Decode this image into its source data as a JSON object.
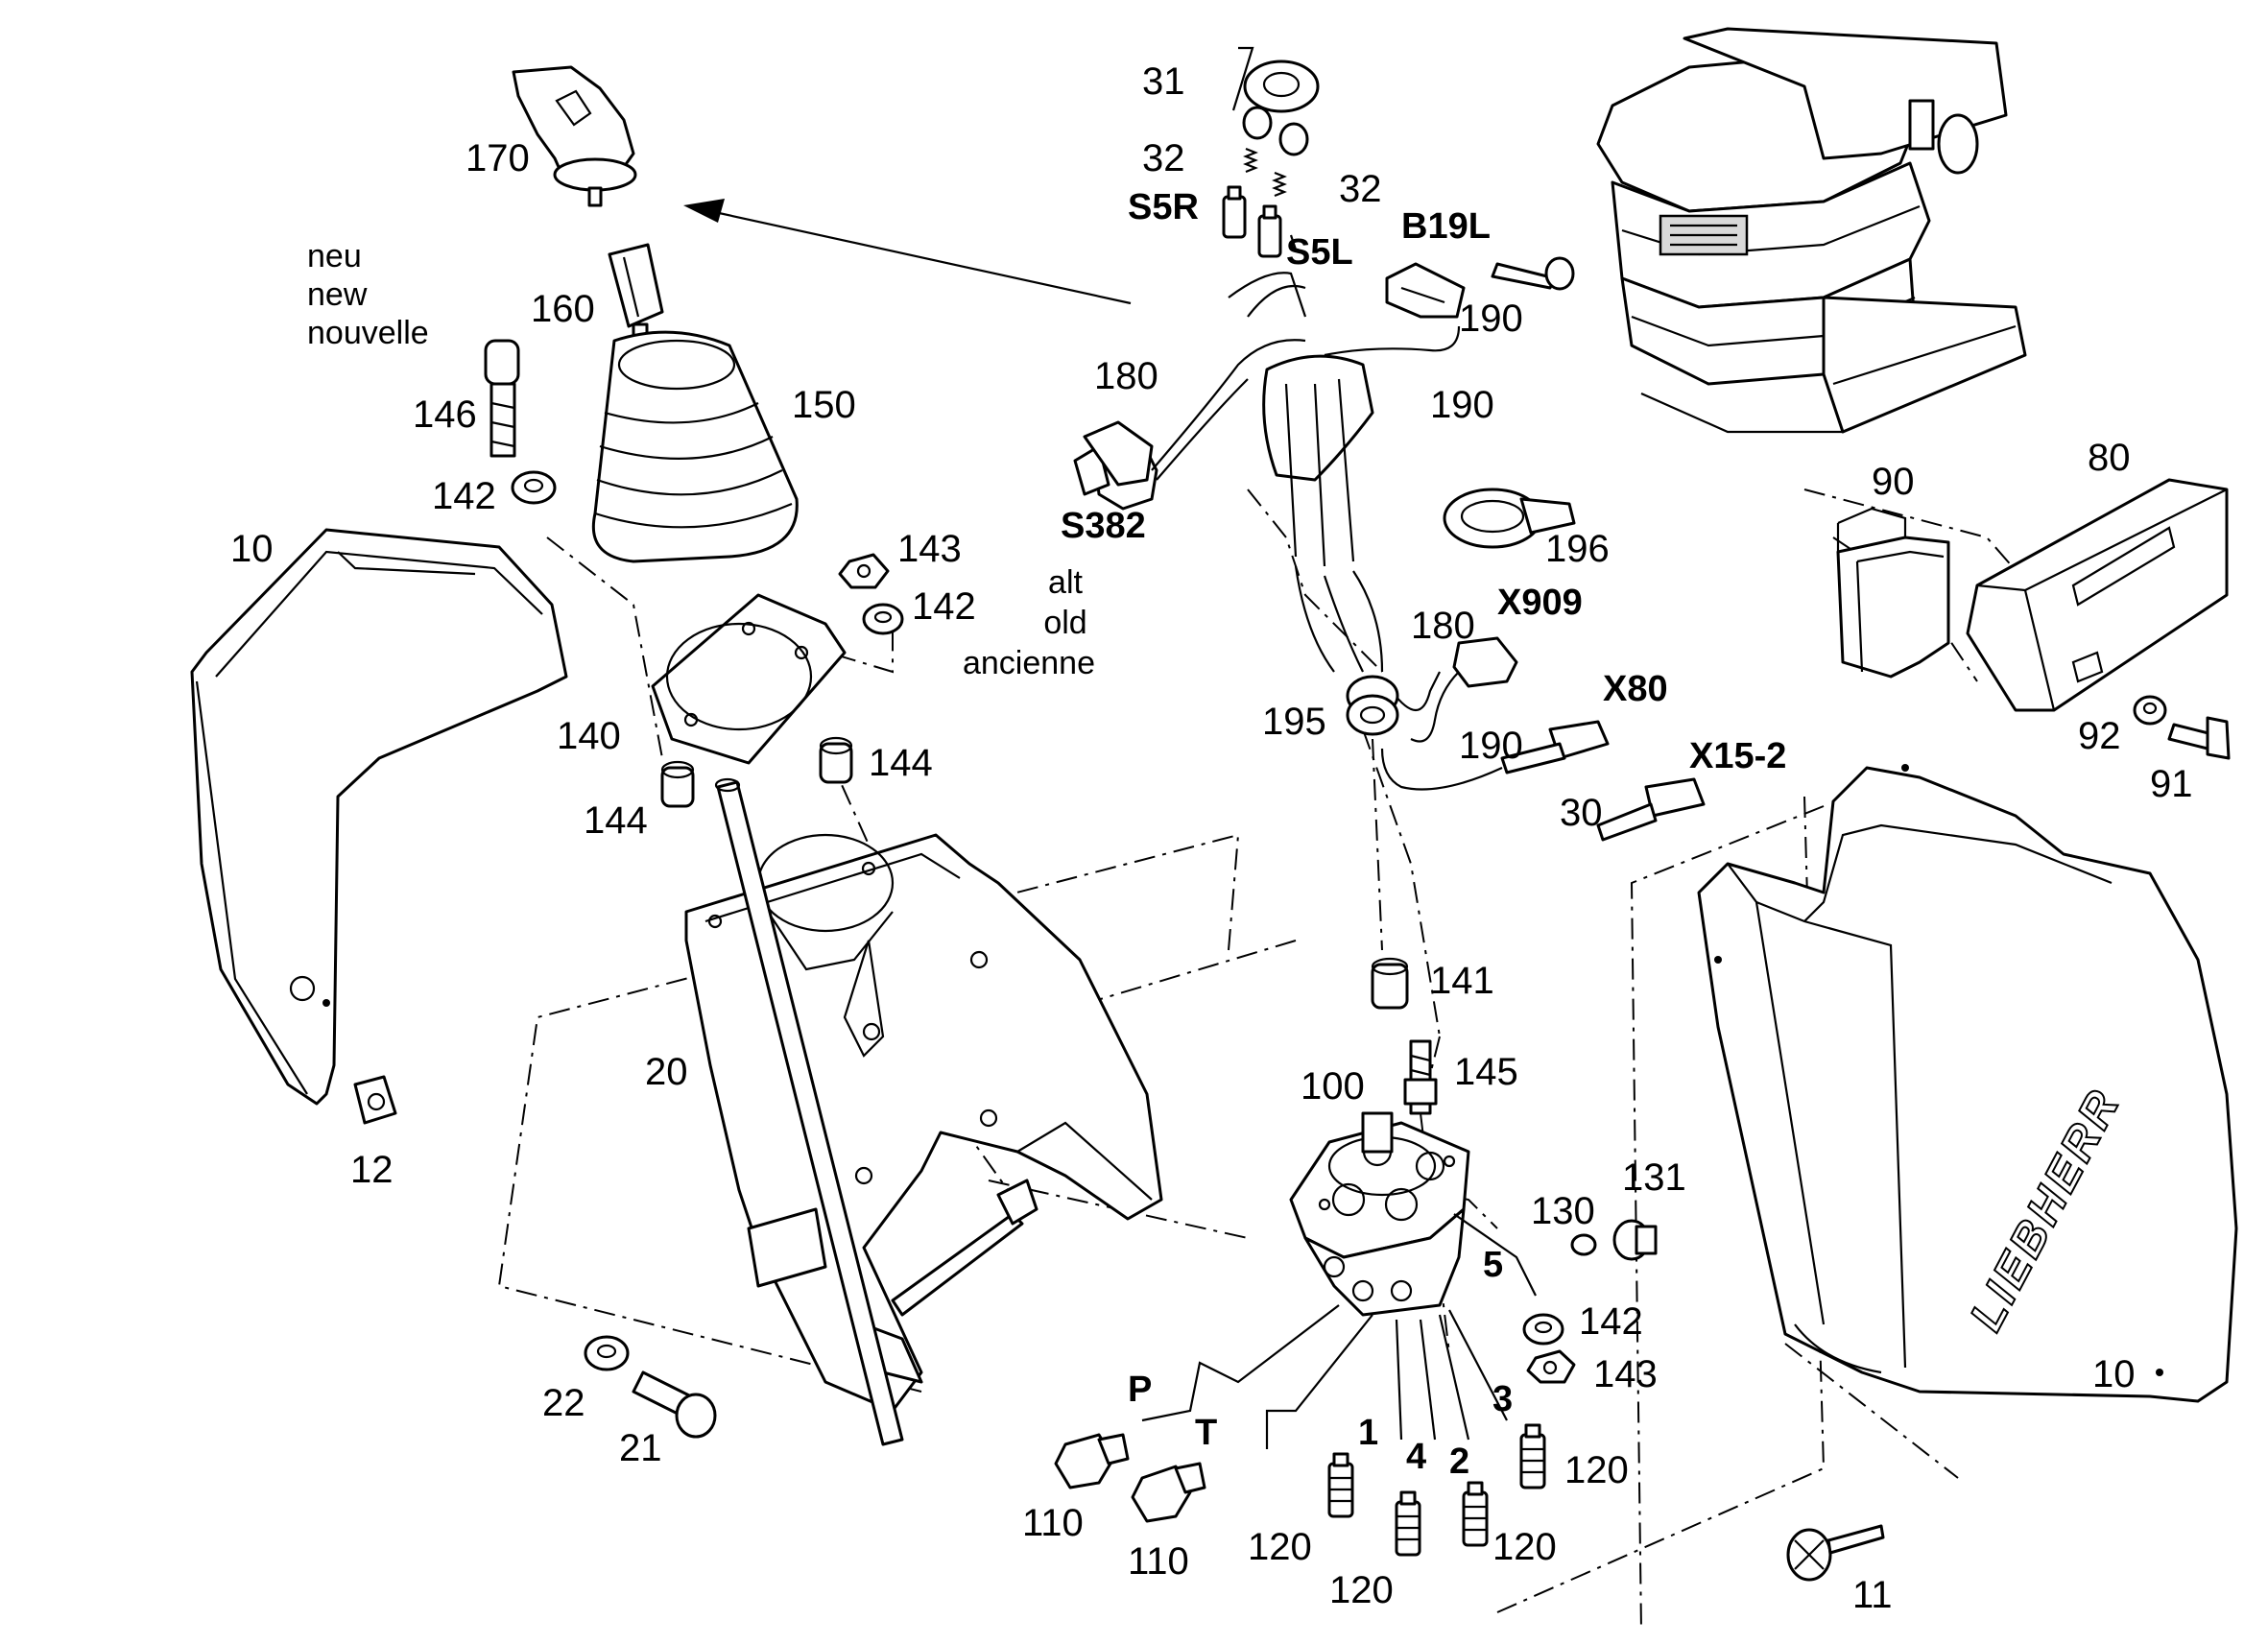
{
  "labels": {
    "l170": "170",
    "l160": "160",
    "l146": "146",
    "l150": "150",
    "l142a": "142",
    "l10a": "10",
    "l143a": "143",
    "l142b": "142",
    "l140": "140",
    "l144a": "144",
    "l144b": "144",
    "l20": "20",
    "l12": "12",
    "l22": "22",
    "l21": "21",
    "l31": "31",
    "l32a": "32",
    "l32b": "32",
    "l190a": "190",
    "l180a": "180",
    "l190b": "190",
    "l196": "196",
    "l180b": "180",
    "l195": "195",
    "l190c": "190",
    "l30": "30",
    "l141": "141",
    "l145": "145",
    "l100": "100",
    "l130": "130",
    "l131": "131",
    "l142c": "142",
    "l143b": "143",
    "l110a": "110",
    "l110b": "110",
    "l120a": "120",
    "l120b": "120",
    "l120c": "120",
    "l120d": "120",
    "l11": "11",
    "l10b": "10",
    "l90": "90",
    "l80": "80",
    "l92": "92",
    "l91": "91",
    "p1": "1",
    "p2": "2",
    "p3": "3",
    "p4": "4",
    "p5": "5",
    "pP": "P",
    "pT": "T"
  },
  "bold_labels": {
    "s5r": "S5R",
    "s5l": "S5L",
    "b19l": "B19L",
    "s382": "S382",
    "x909": "X909",
    "x80": "X80",
    "x152": "X15-2"
  },
  "notes": {
    "new": [
      "neu",
      "new",
      "nouvelle"
    ],
    "old": [
      "alt",
      "old",
      "ancienne"
    ]
  },
  "brand_text": "LIEBHERR"
}
